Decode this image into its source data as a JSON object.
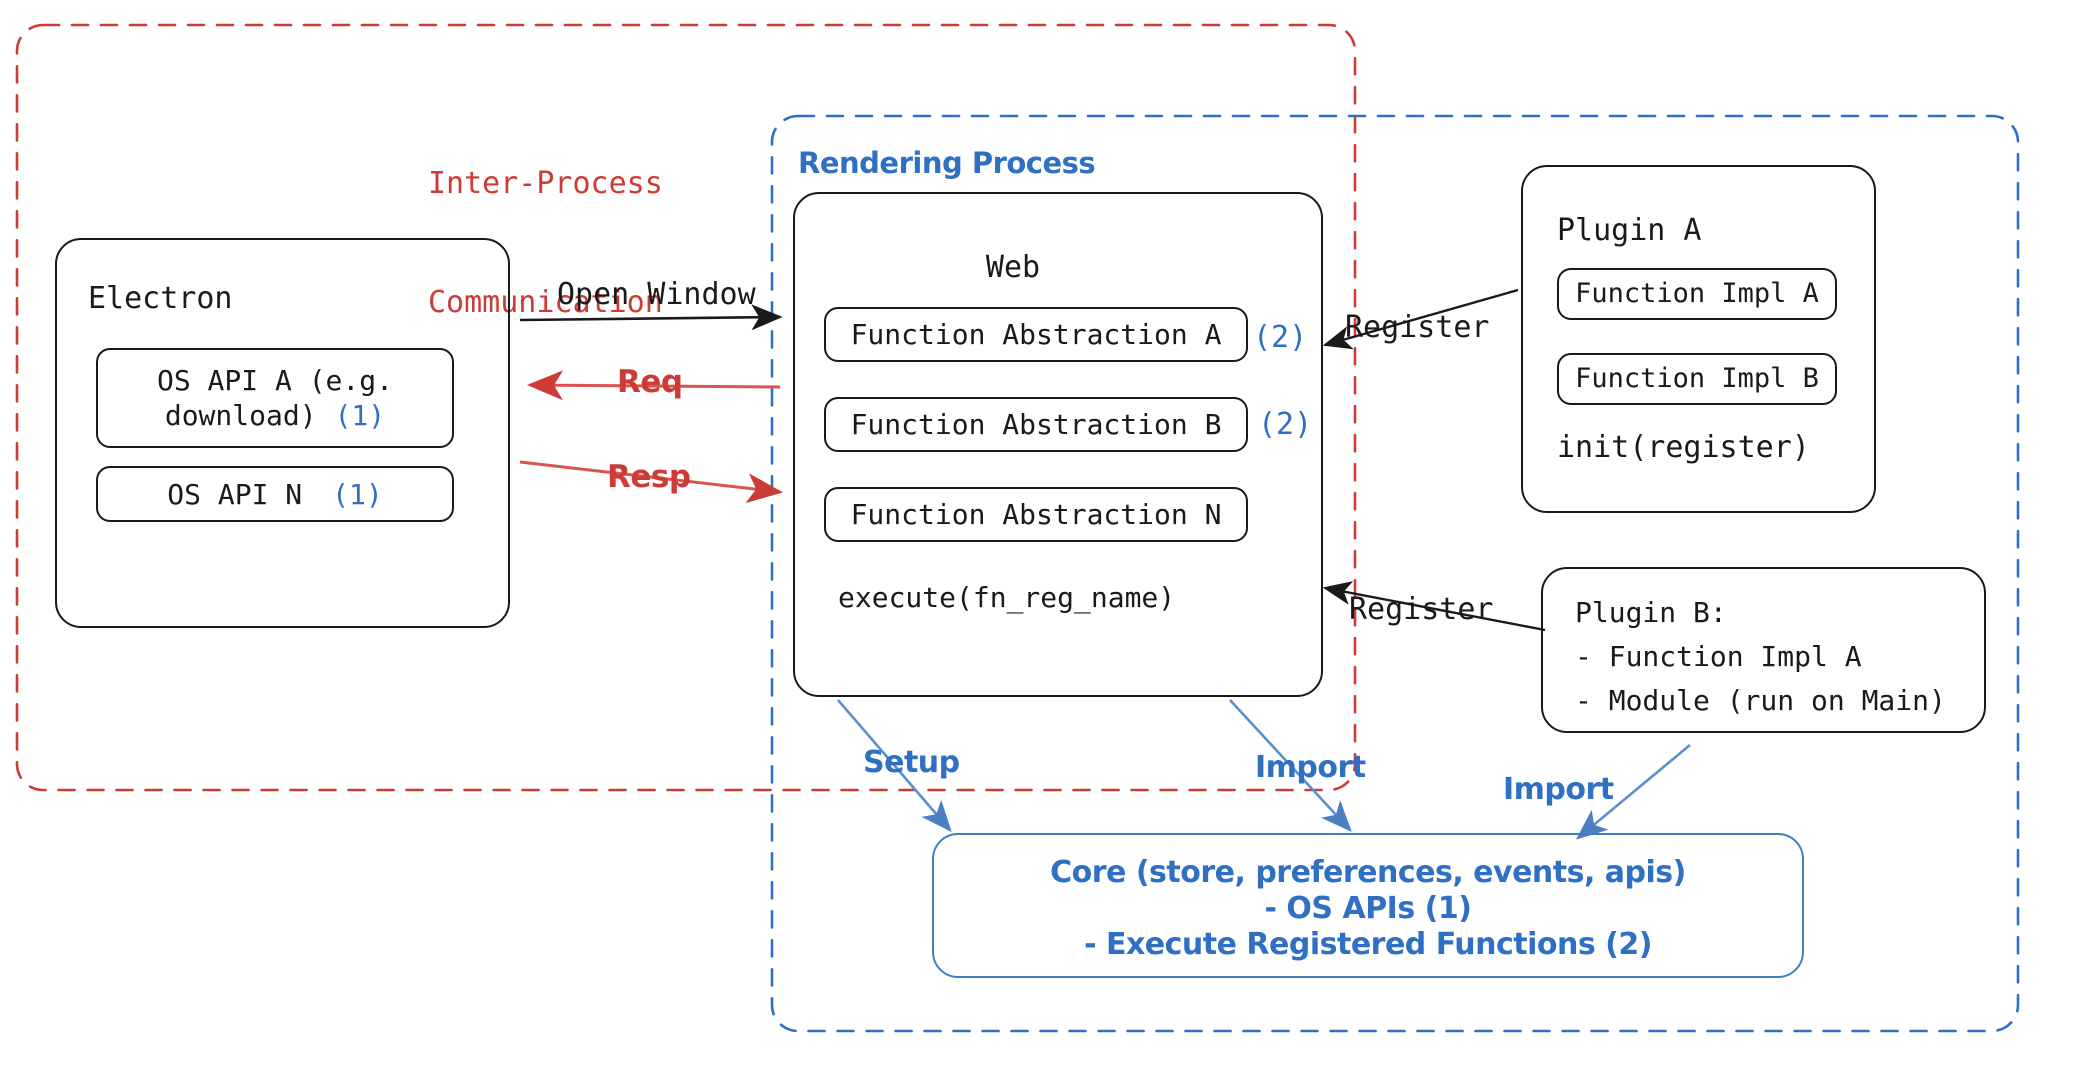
{
  "diagram": {
    "title_hidden": "",
    "colors": {
      "red": "#cc3b36",
      "blue": "#2f6fc4",
      "core_blue": "#3f7fc1",
      "dark": "#1a1a1a"
    },
    "regions": {
      "ipc": {
        "label": "Inter-Process\nCommunication",
        "label_line1": "Inter-Process",
        "label_line2": "Communication",
        "style": "dashed",
        "color": "#cc3b36"
      },
      "rendering": {
        "label": "Rendering Process",
        "style": "dashed",
        "color": "#2f6fc4"
      }
    },
    "electron": {
      "title": "Electron",
      "apis": [
        {
          "line1": "OS API A (e.g.",
          "line2": "download)",
          "marker": "(1)"
        },
        {
          "line1": "OS API N",
          "line2": "",
          "marker": "(1)"
        }
      ]
    },
    "web": {
      "title": "Web",
      "abstractions": [
        {
          "label": "Function Abstraction A",
          "marker": "(2)"
        },
        {
          "label": "Function Abstraction B",
          "marker": "(2)"
        },
        {
          "label": "Function Abstraction N",
          "marker": ""
        }
      ],
      "footer": "execute(fn_reg_name)"
    },
    "plugin_a": {
      "title": "Plugin A",
      "items": [
        "Function Impl A",
        "Function Impl B"
      ],
      "footer": "init(register)"
    },
    "plugin_b": {
      "lines": [
        "Plugin B:",
        "- Function Impl A",
        "- Module (run on Main)"
      ]
    },
    "core": {
      "lines": [
        "Core (store, preferences, events, apis)",
        "- OS APIs (1)",
        "- Execute Registered Functions (2)"
      ]
    },
    "arrows": [
      {
        "name": "open-window",
        "label": "Open Window",
        "color": "#1a1a1a",
        "direction": "right"
      },
      {
        "name": "req",
        "label": "Req",
        "color": "#cc3b36",
        "direction": "left"
      },
      {
        "name": "resp",
        "label": "Resp",
        "color": "#cc3b36",
        "direction": "right"
      },
      {
        "name": "register-a",
        "label": "Register",
        "color": "#1a1a1a",
        "direction": "left"
      },
      {
        "name": "register-b",
        "label": "Register",
        "color": "#1a1a1a",
        "direction": "left"
      },
      {
        "name": "setup",
        "label": "Setup",
        "color": "#2f6fc4",
        "direction": "down"
      },
      {
        "name": "import-web",
        "label": "Import",
        "color": "#2f6fc4",
        "direction": "down"
      },
      {
        "name": "import-plugin-b",
        "label": "Import",
        "color": "#2f6fc4",
        "direction": "down-left"
      }
    ]
  }
}
